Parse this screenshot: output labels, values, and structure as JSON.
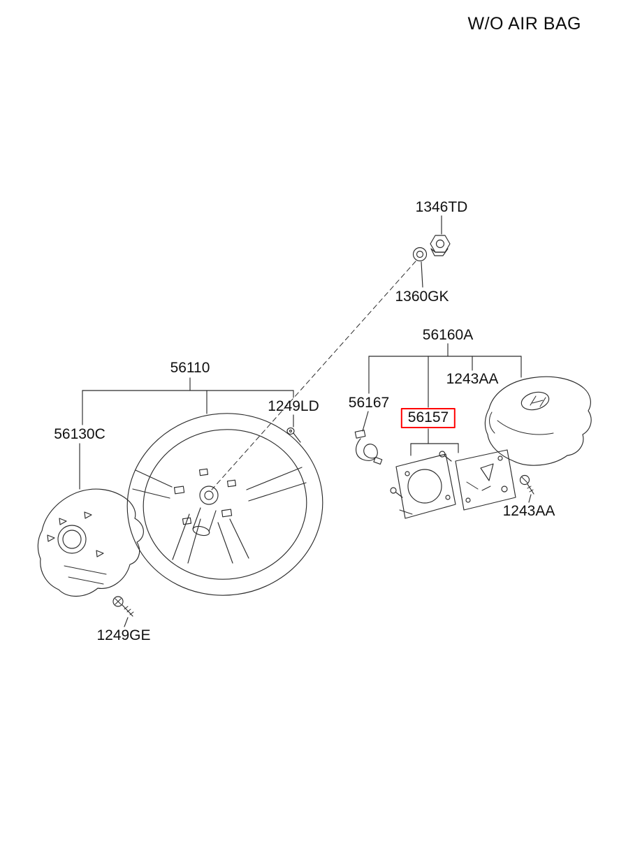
{
  "title": "W/O AIR BAG",
  "colors": {
    "highlight": "#ff0000",
    "line": "#2b2b2b"
  },
  "parts": [
    {
      "id": "1346TD",
      "text": "1346TD",
      "highlighted": false
    },
    {
      "id": "1360GK",
      "text": "1360GK",
      "highlighted": false
    },
    {
      "id": "56160A",
      "text": "56160A",
      "highlighted": false
    },
    {
      "id": "1243AA-upper",
      "text": "1243AA",
      "highlighted": false
    },
    {
      "id": "56167",
      "text": "56167",
      "highlighted": false
    },
    {
      "id": "56157",
      "text": "56157",
      "highlighted": true
    },
    {
      "id": "56110",
      "text": "56110",
      "highlighted": false
    },
    {
      "id": "1249LD",
      "text": "1249LD",
      "highlighted": false
    },
    {
      "id": "56130C",
      "text": "56130C",
      "highlighted": false
    },
    {
      "id": "1249GE",
      "text": "1249GE",
      "highlighted": false
    },
    {
      "id": "1243AA-lower",
      "text": "1243AA",
      "highlighted": false
    }
  ]
}
